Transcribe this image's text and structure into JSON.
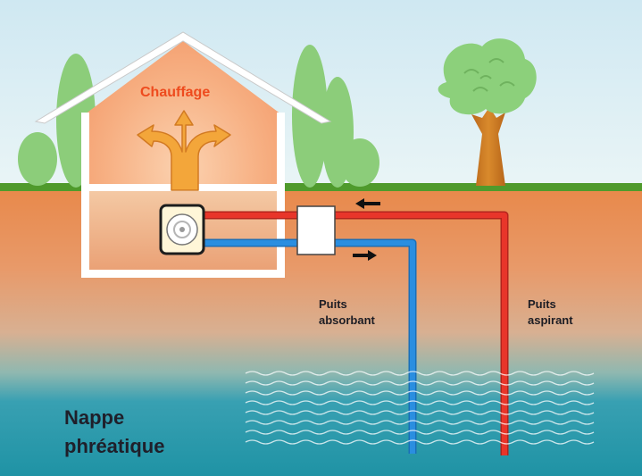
{
  "labels": {
    "heating": "Chauffage",
    "injection_well": [
      "Puits",
      "absorbant"
    ],
    "extraction_well": [
      "Puits",
      "aspirant"
    ],
    "water_table": [
      "Nappe",
      "phréatique"
    ]
  },
  "colors": {
    "sky_top": "#cfe8f2",
    "sky_bottom": "#e8f4f6",
    "grass": "#4f9a2c",
    "soil_top": "#e8894b",
    "soil_mid": "#d8a57e",
    "groundwater": "#2f9bb0",
    "groundwater_deep": "#1f93a5",
    "hot_pipe": "#e8352a",
    "cold_pipe": "#2a8ee0",
    "heat_arrow": "#f3a63a",
    "house_wall": "#ffffff",
    "house_interior": "#f8b98a",
    "tree_foliage": "#8cd07b",
    "tree_trunk": "#cc7b20",
    "bush": "#8ccd7a",
    "water_waves": "#ffffff"
  },
  "icons": [
    "heat-pump-icon",
    "heat-exchanger-icon",
    "flow-arrow-left-icon",
    "flow-arrow-right-icon",
    "heat-arrows-icon"
  ]
}
